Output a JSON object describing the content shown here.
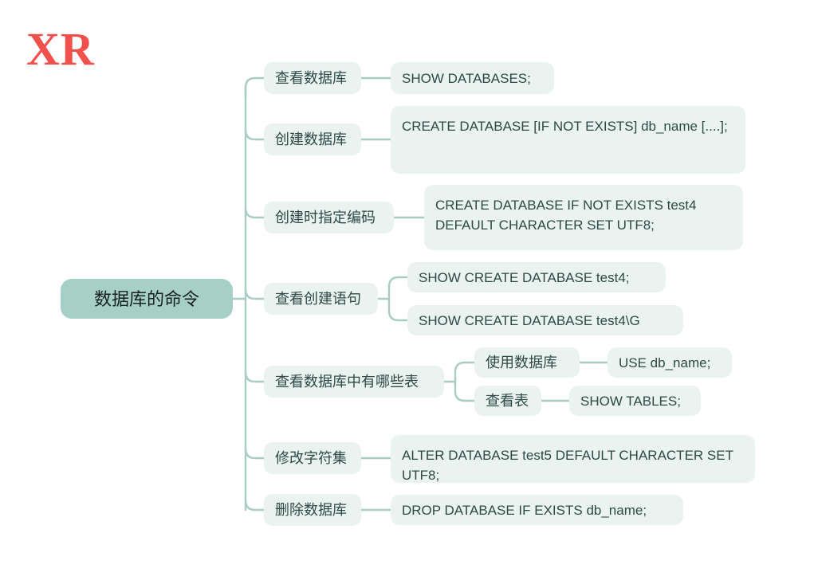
{
  "watermark": {
    "text": "XR"
  },
  "colors": {
    "background": "#ffffff",
    "root_fill": "#a6cfc5",
    "node_fill": "#ebf3f1",
    "connector": "#a9ccc4",
    "text": "#2d4a44",
    "watermark": "#f0514c"
  },
  "mindmap": {
    "type": "mindmap",
    "root": {
      "label": "数据库的命令"
    },
    "branches": [
      {
        "label": "查看数据库",
        "children": [
          {
            "label": "SHOW DATABASES;"
          }
        ]
      },
      {
        "label": "创建数据库",
        "children": [
          {
            "label": "CREATE DATABASE [IF NOT EXISTS] db_name [....];"
          }
        ]
      },
      {
        "label": "创建时指定编码",
        "children": [
          {
            "label": "CREATE DATABASE IF NOT EXISTS test4 DEFAULT CHARACTER SET UTF8;"
          }
        ]
      },
      {
        "label": "查看创建语句",
        "children": [
          {
            "label": "SHOW CREATE DATABASE test4;"
          },
          {
            "label": "SHOW CREATE DATABASE test4\\G"
          }
        ]
      },
      {
        "label": "查看数据库中有哪些表",
        "children": [
          {
            "label": "使用数据库",
            "children": [
              {
                "label": "USE db_name;"
              }
            ]
          },
          {
            "label": "查看表",
            "children": [
              {
                "label": "SHOW TABLES;"
              }
            ]
          }
        ]
      },
      {
        "label": "修改字符集",
        "children": [
          {
            "label": "ALTER DATABASE test5 DEFAULT CHARACTER SET UTF8;"
          }
        ]
      },
      {
        "label": "删除数据库",
        "children": [
          {
            "label": "DROP DATABASE IF EXISTS db_name;"
          }
        ]
      }
    ]
  }
}
